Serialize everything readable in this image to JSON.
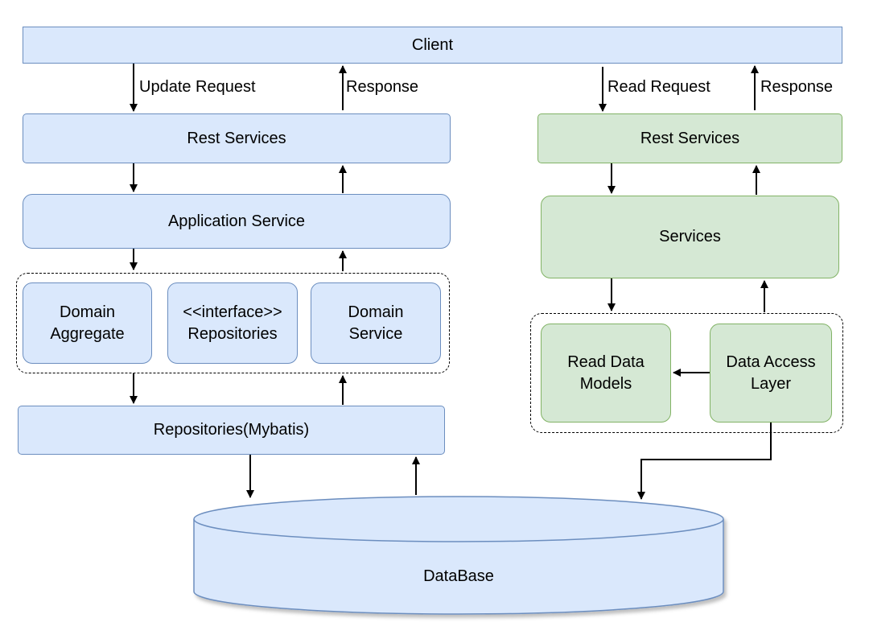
{
  "client": {
    "label": "Client"
  },
  "command_side": {
    "update_request": "Update Request",
    "response": "Response",
    "rest_services": "Rest Services",
    "application_service": "Application Service",
    "domain_layer": {
      "domain_aggregate": "Domain\nAggregate",
      "repositories_interface": "<<interface>>\nRepositories",
      "domain_service": "Domain\nService"
    },
    "repositories_impl": "Repositories(Mybatis)"
  },
  "query_side": {
    "read_request": "Read Request",
    "response": "Response",
    "rest_services": "Rest Services",
    "services": "Services",
    "data_layer": {
      "read_data_models": "Read Data\nModels",
      "data_access_layer": "Data Access\nLayer"
    }
  },
  "database": {
    "label": "DataBase"
  },
  "colors": {
    "command_fill": "#dae8fc",
    "command_stroke": "#6c8ebf",
    "query_fill": "#d5e8d4",
    "query_stroke": "#82b366"
  }
}
